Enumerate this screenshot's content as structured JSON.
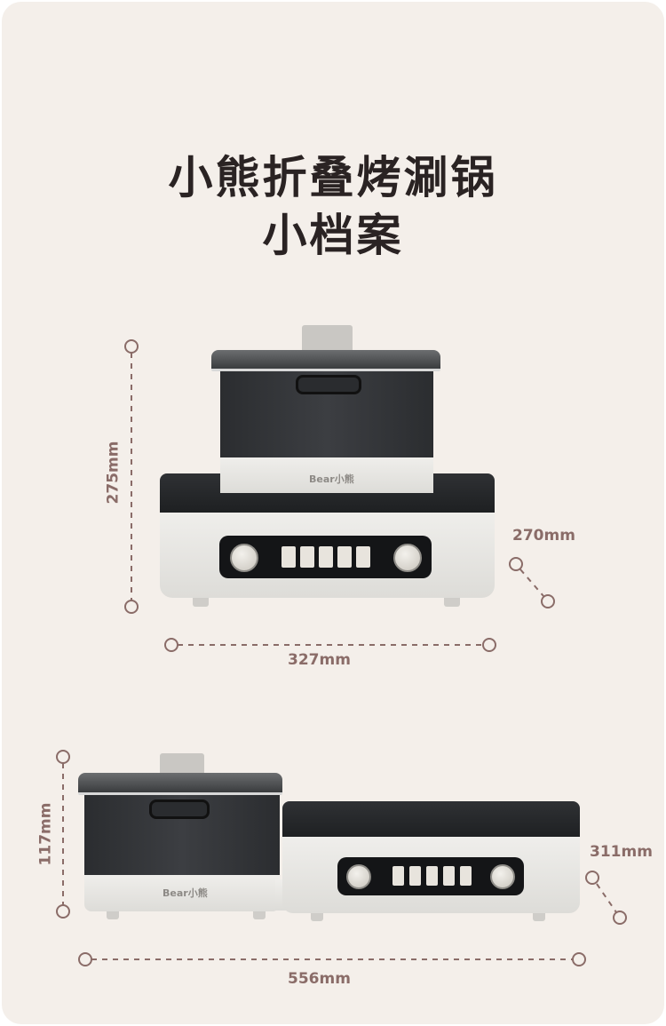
{
  "title": {
    "line1": "小熊折叠烤涮锅",
    "line2": "小档案"
  },
  "product": {
    "brand_logo": "Bear小熊"
  },
  "dimensions": {
    "assembled": {
      "height": "275mm",
      "width": "327mm",
      "depth": "270mm"
    },
    "unfolded": {
      "height": "117mm",
      "width": "556mm",
      "depth": "311mm"
    }
  },
  "colors": {
    "background": "#f4efea",
    "title": "#2a2323",
    "dimension": "#8a6c68"
  }
}
